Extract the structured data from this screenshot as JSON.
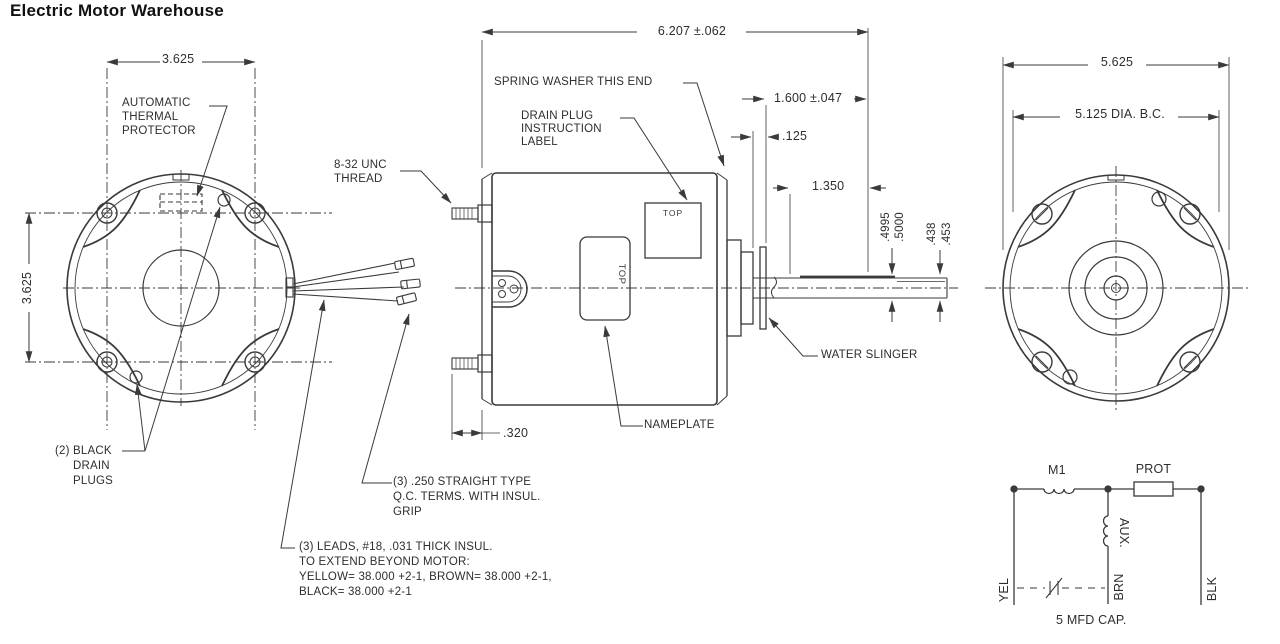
{
  "title": "Electric Motor Warehouse",
  "colors": {
    "line": "#3a3a3a",
    "text": "#2e2e2e",
    "background": "#ffffff"
  },
  "front_view": {
    "width_dim": "3.625",
    "height_dim": "3.625",
    "thermal_protector": [
      "AUTOMATIC",
      "THERMAL",
      "PROTECTOR"
    ],
    "drain_plugs": [
      "(2) BLACK",
      "DRAIN",
      "PLUGS"
    ]
  },
  "side_view": {
    "overall_length": "6.207 ±.062",
    "spring_washer": "SPRING WASHER THIS END",
    "drain_instruction": [
      "DRAIN PLUG",
      "INSTRUCTION",
      "LABEL"
    ],
    "thread": [
      "8-32 UNC",
      "THREAD"
    ],
    "top_box_label": "TOP",
    "nameplate_top_label": "TOP",
    "nameplate": "NAMEPLATE",
    "water_slinger": "WATER SLINGER",
    "dim_hub_to_end": "1.600 ±.047",
    "dim_slinger": ".125",
    "dim_flat": "1.350",
    "shaft_dia_upper": ".4995",
    "shaft_dia_lower": ".5000",
    "flat_dia_upper": ".438",
    "flat_dia_lower": ".453",
    "dim_stud": ".320",
    "qc_terms": [
      "(3) .250 STRAIGHT TYPE",
      "Q.C. TERMS. WITH INSUL.",
      "GRIP"
    ],
    "leads": [
      "(3) LEADS, #18, .031 THICK INSUL.",
      "TO EXTEND BEYOND MOTOR:",
      "YELLOW= 38.000 +2-1, BROWN= 38.000 +2-1,",
      "BLACK= 38.000 +2-1"
    ]
  },
  "rear_view": {
    "outer_dim": "5.625",
    "bolt_circle_dim": "5.125  DIA. B.C."
  },
  "schematic": {
    "main_winding": "M1",
    "protector": "PROT",
    "aux_winding": "AUX.",
    "lead_yellow": "YEL",
    "lead_brown": "BRN",
    "lead_black": "BLK",
    "capacitor": "5 MFD CAP."
  }
}
